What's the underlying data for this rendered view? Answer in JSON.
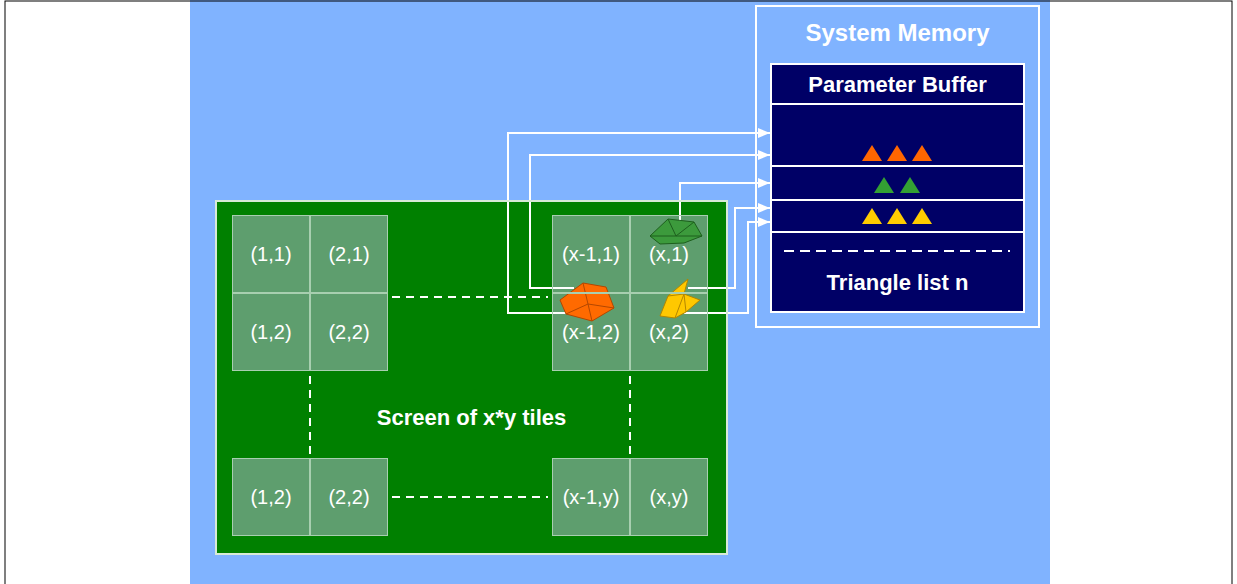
{
  "diagram": {
    "nodes": [
      {
        "text": [
          "System Memory"
        ]
      },
      {
        "text": [
          "Parameter Buffer",
          "Triangle list n"
        ],
        "in": 0
      },
      {
        "text": [
          "Screen of x*y tiles"
        ]
      },
      {
        "text": [
          "(1,1)"
        ],
        "in": 2
      },
      {
        "text": [
          "(2,1)"
        ],
        "in": 2
      },
      {
        "text": [
          "(x-1,1)"
        ],
        "in": 2
      },
      {
        "text": [
          "(x,1)"
        ],
        "in": 2
      },
      {
        "text": [
          "(1,2)"
        ],
        "in": 2
      },
      {
        "text": [
          "(2,2)"
        ],
        "in": 2
      },
      {
        "text": [
          "(x-1,2)"
        ],
        "in": 2
      },
      {
        "text": [
          "(x,2)"
        ],
        "in": 2
      },
      {
        "text": [
          "(1,2)"
        ],
        "in": 2
      },
      {
        "text": [
          "(2,2)"
        ],
        "in": 2
      },
      {
        "text": [
          "(x-1,y)"
        ],
        "in": 2
      },
      {
        "text": [
          "(x,y)"
        ],
        "in": 2
      }
    ],
    "edges": [
      {
        "from": 5,
        "to": 1,
        "arrow": "to"
      },
      {
        "from": 9,
        "to": 1,
        "arrow": "to"
      },
      {
        "from": 6,
        "to": 1,
        "arrow": "to"
      },
      {
        "from": 6,
        "to": 1,
        "arrow": "to"
      },
      {
        "from": 10,
        "to": 1,
        "arrow": "to"
      }
    ]
  }
}
